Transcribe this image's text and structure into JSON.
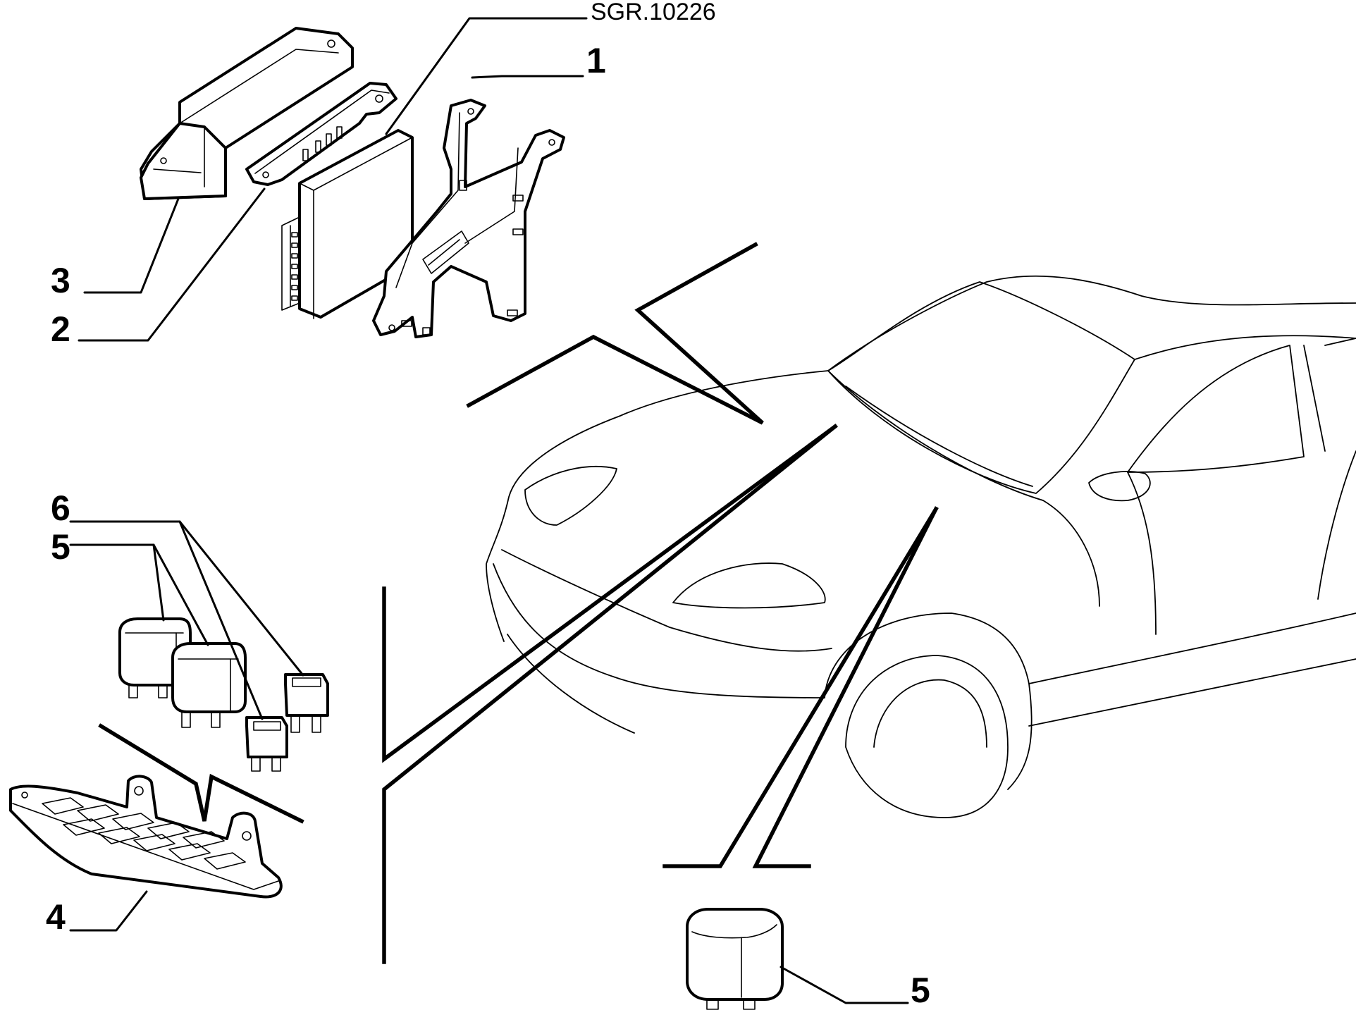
{
  "reference_code": "SGR.10226",
  "callouts": {
    "c1": "1",
    "c2": "2",
    "c3": "3",
    "c4": "4",
    "c5a": "5",
    "c5b": "5",
    "c6": "6"
  }
}
